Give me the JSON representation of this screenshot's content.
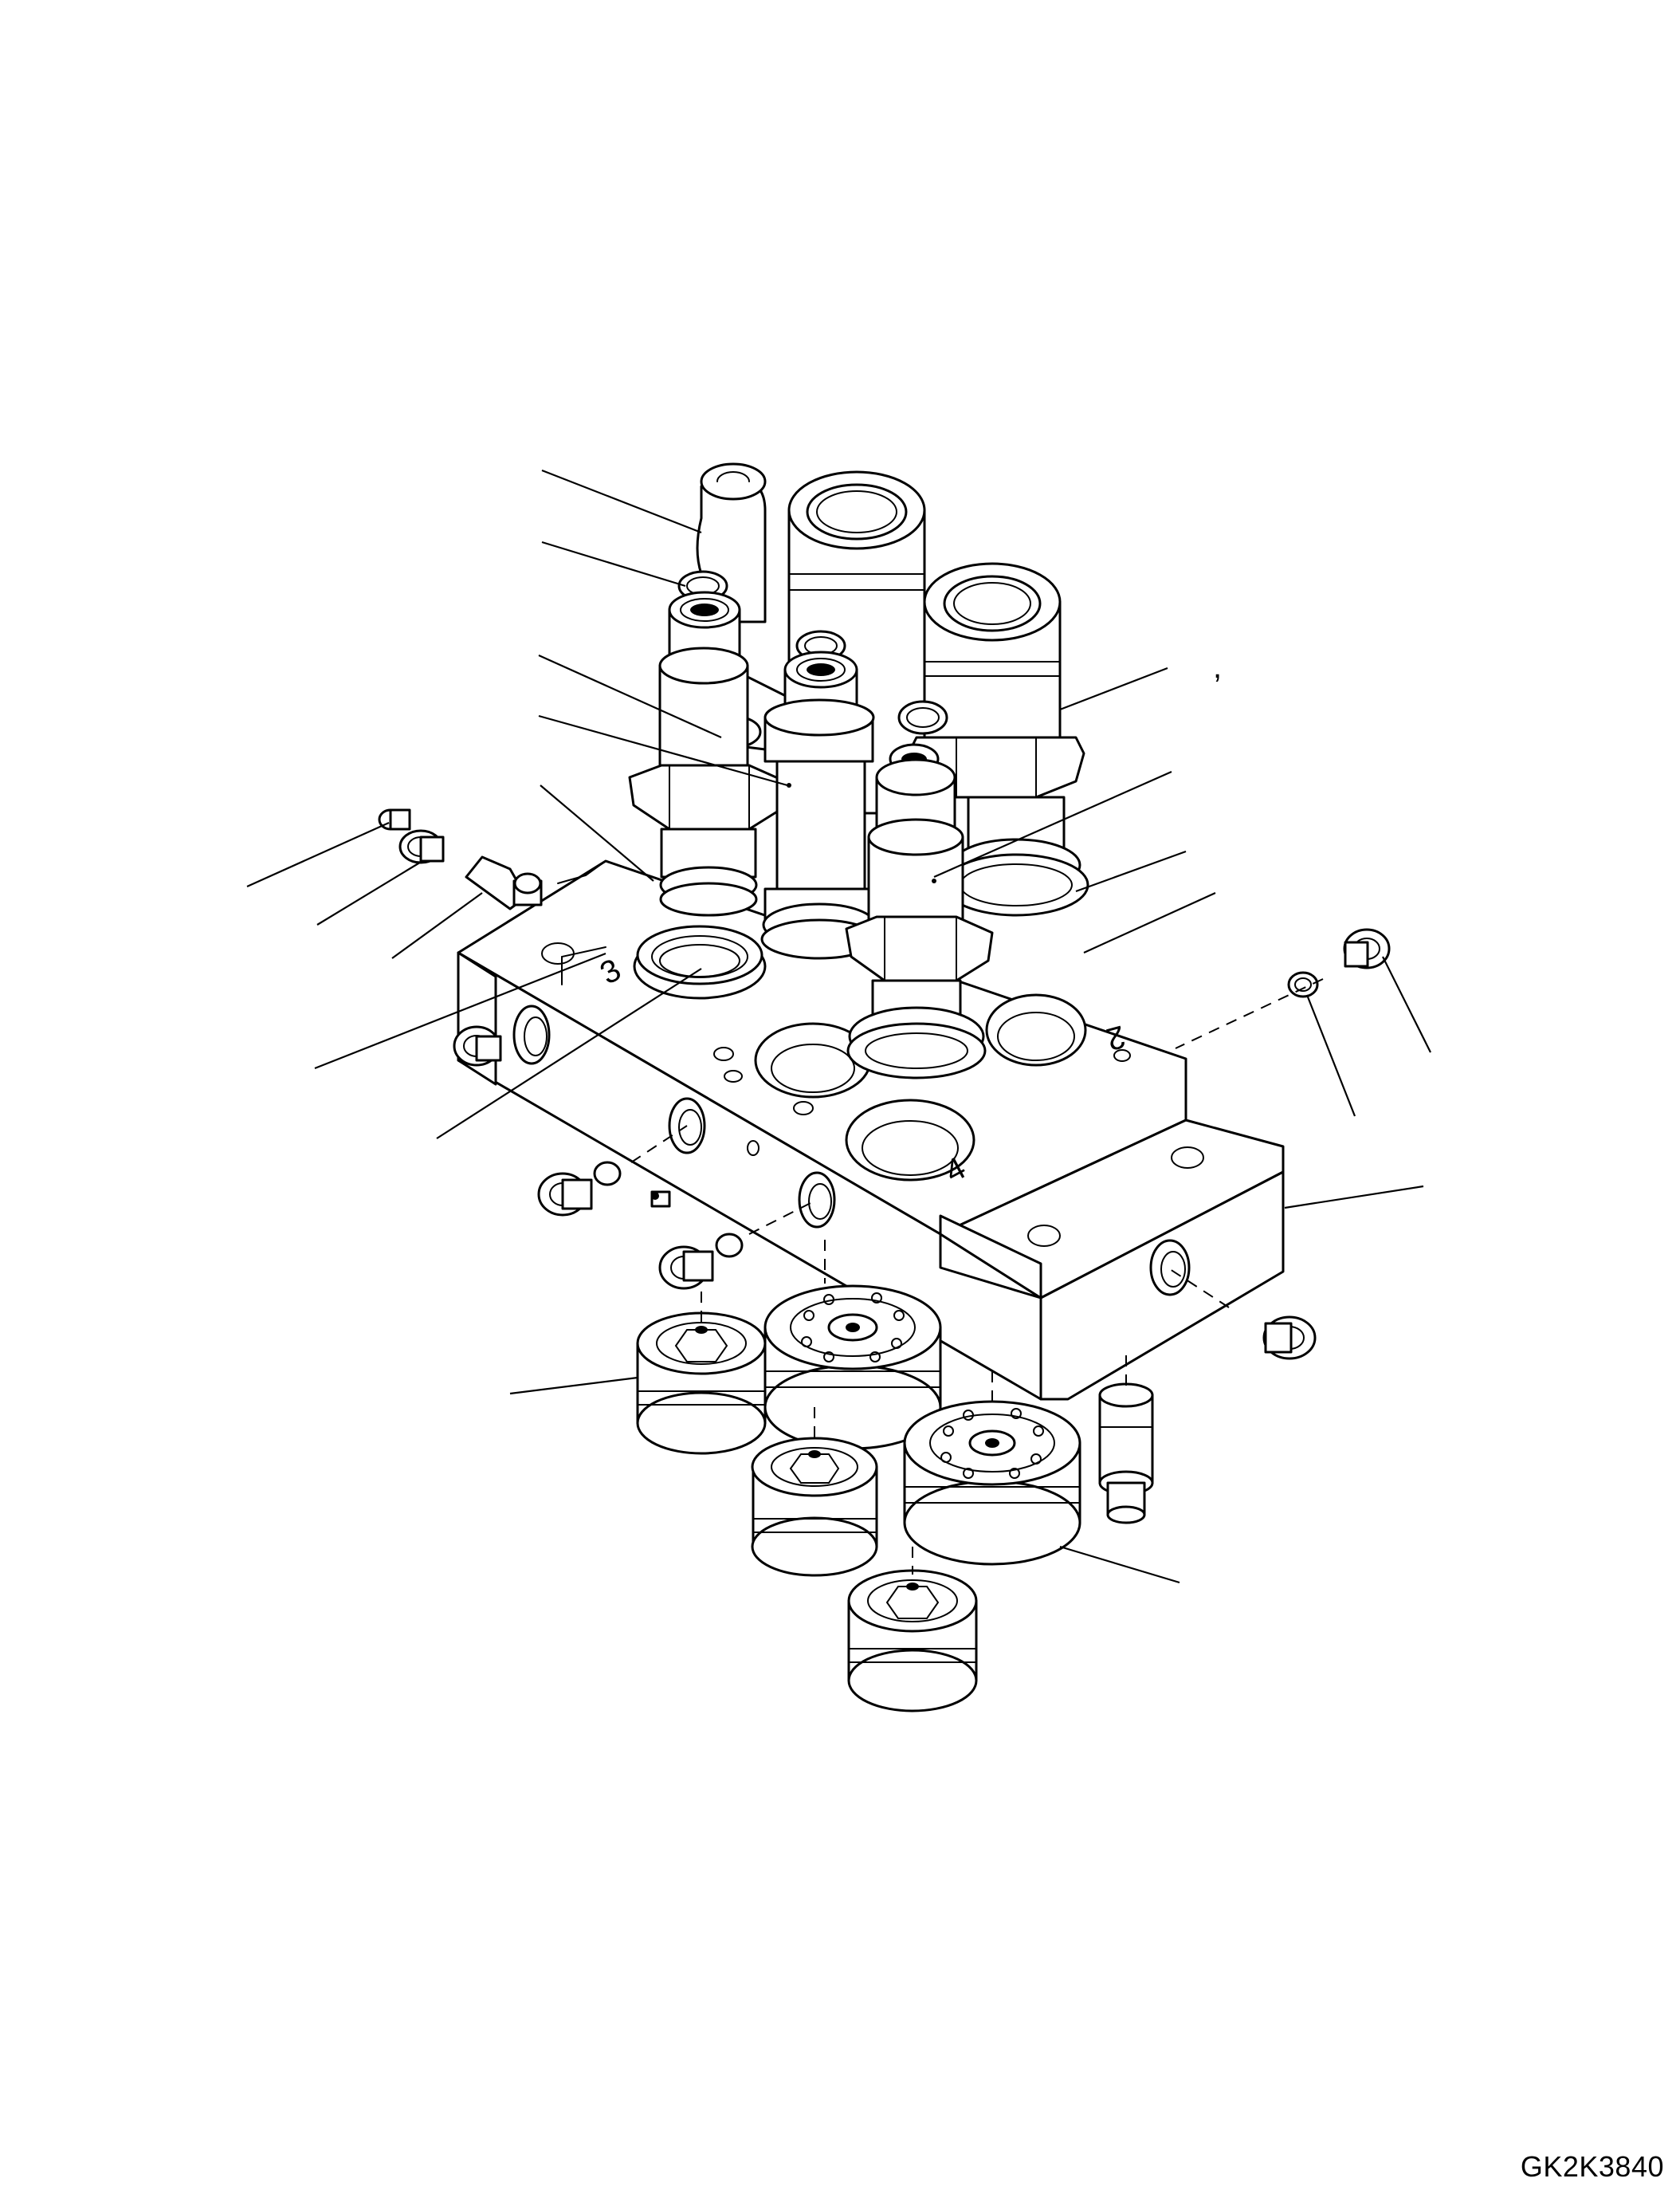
{
  "drawing": {
    "code": "GK2K3840",
    "port_numbers": [
      "3",
      "2",
      "4"
    ],
    "stray_mark": ","
  }
}
